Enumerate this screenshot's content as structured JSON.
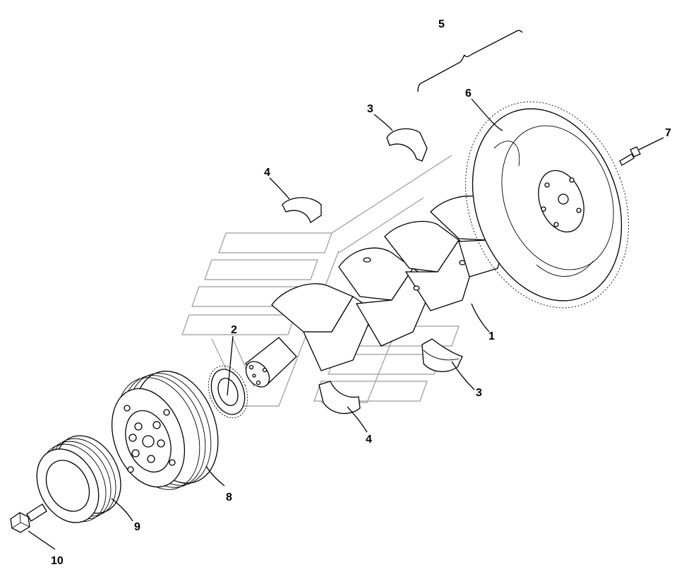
{
  "diagram": {
    "callouts": [
      {
        "id": "1",
        "text": "1"
      },
      {
        "id": "2",
        "text": "2"
      },
      {
        "id": "3a",
        "text": "3"
      },
      {
        "id": "3b",
        "text": "3"
      },
      {
        "id": "4a",
        "text": "4"
      },
      {
        "id": "4b",
        "text": "4"
      },
      {
        "id": "5",
        "text": "5"
      },
      {
        "id": "6",
        "text": "6"
      },
      {
        "id": "7",
        "text": "7"
      },
      {
        "id": "8",
        "text": "8"
      },
      {
        "id": "9",
        "text": "9"
      },
      {
        "id": "10",
        "text": "10"
      }
    ]
  }
}
